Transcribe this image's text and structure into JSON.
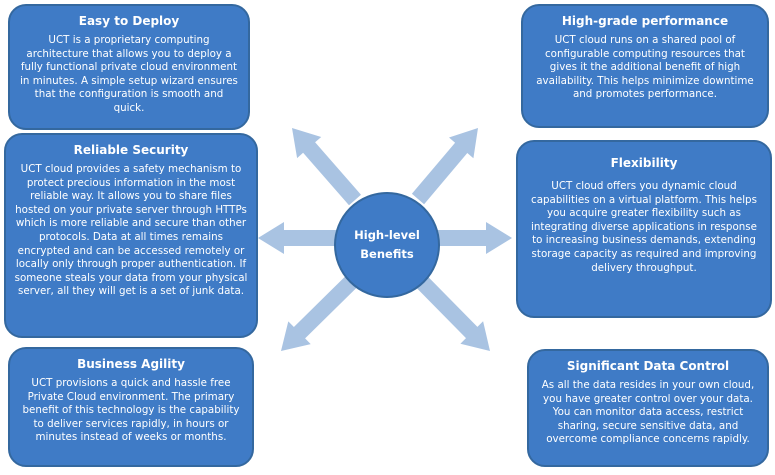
{
  "center": {
    "line1": "High-level",
    "line2": "Benefits"
  },
  "boxes": {
    "easy_deploy": {
      "title": "Easy to Deploy",
      "body": "UCT is a proprietary computing architecture that allows you to deploy a fully functional  private cloud environment in minutes. A simple setup wizard ensures that the configuration is smooth and quick."
    },
    "reliable_security": {
      "title": "Reliable Security",
      "body": "UCT cloud provides a safety mechanism to protect precious information in the most reliable way. It allows you to share files hosted on your private server through HTTPs which is more reliable and secure than other protocols. Data at all times remains encrypted and can be accessed remotely or locally only through proper authentication. If someone steals your data from your physical server, all they will get is a set of junk data."
    },
    "business_agility": {
      "title": "Business Agility",
      "body": "UCT provisions a quick and hassle free Private Cloud environment. The primary benefit of this technology is the capability to deliver services rapidly, in hours or minutes instead of weeks or months."
    },
    "high_grade": {
      "title": "High-grade performance",
      "body": "UCT cloud runs on a shared pool of configurable computing resources that gives it the additional benefit of high availability. This helps minimize downtime and promotes performance."
    },
    "flexibility": {
      "title": "Flexibility",
      "body": "UCT cloud offers you dynamic cloud capabilities on a virtual platform. This helps you acquire greater flexibility such as integrating diverse applications in response to increasing business demands, extending storage capacity as required and improving delivery throughput."
    },
    "data_control": {
      "title": "Significant Data  Control",
      "body": "As all the data resides in your own cloud, you have greater control over your data. You can monitor data access, restrict sharing, secure sensitive data, and overcome compliance concerns rapidly."
    }
  },
  "colors": {
    "box_fill": "#3f7bc6",
    "box_border": "#34689f",
    "arrow_fill": "#a9c3e2",
    "text": "#ffffff"
  }
}
